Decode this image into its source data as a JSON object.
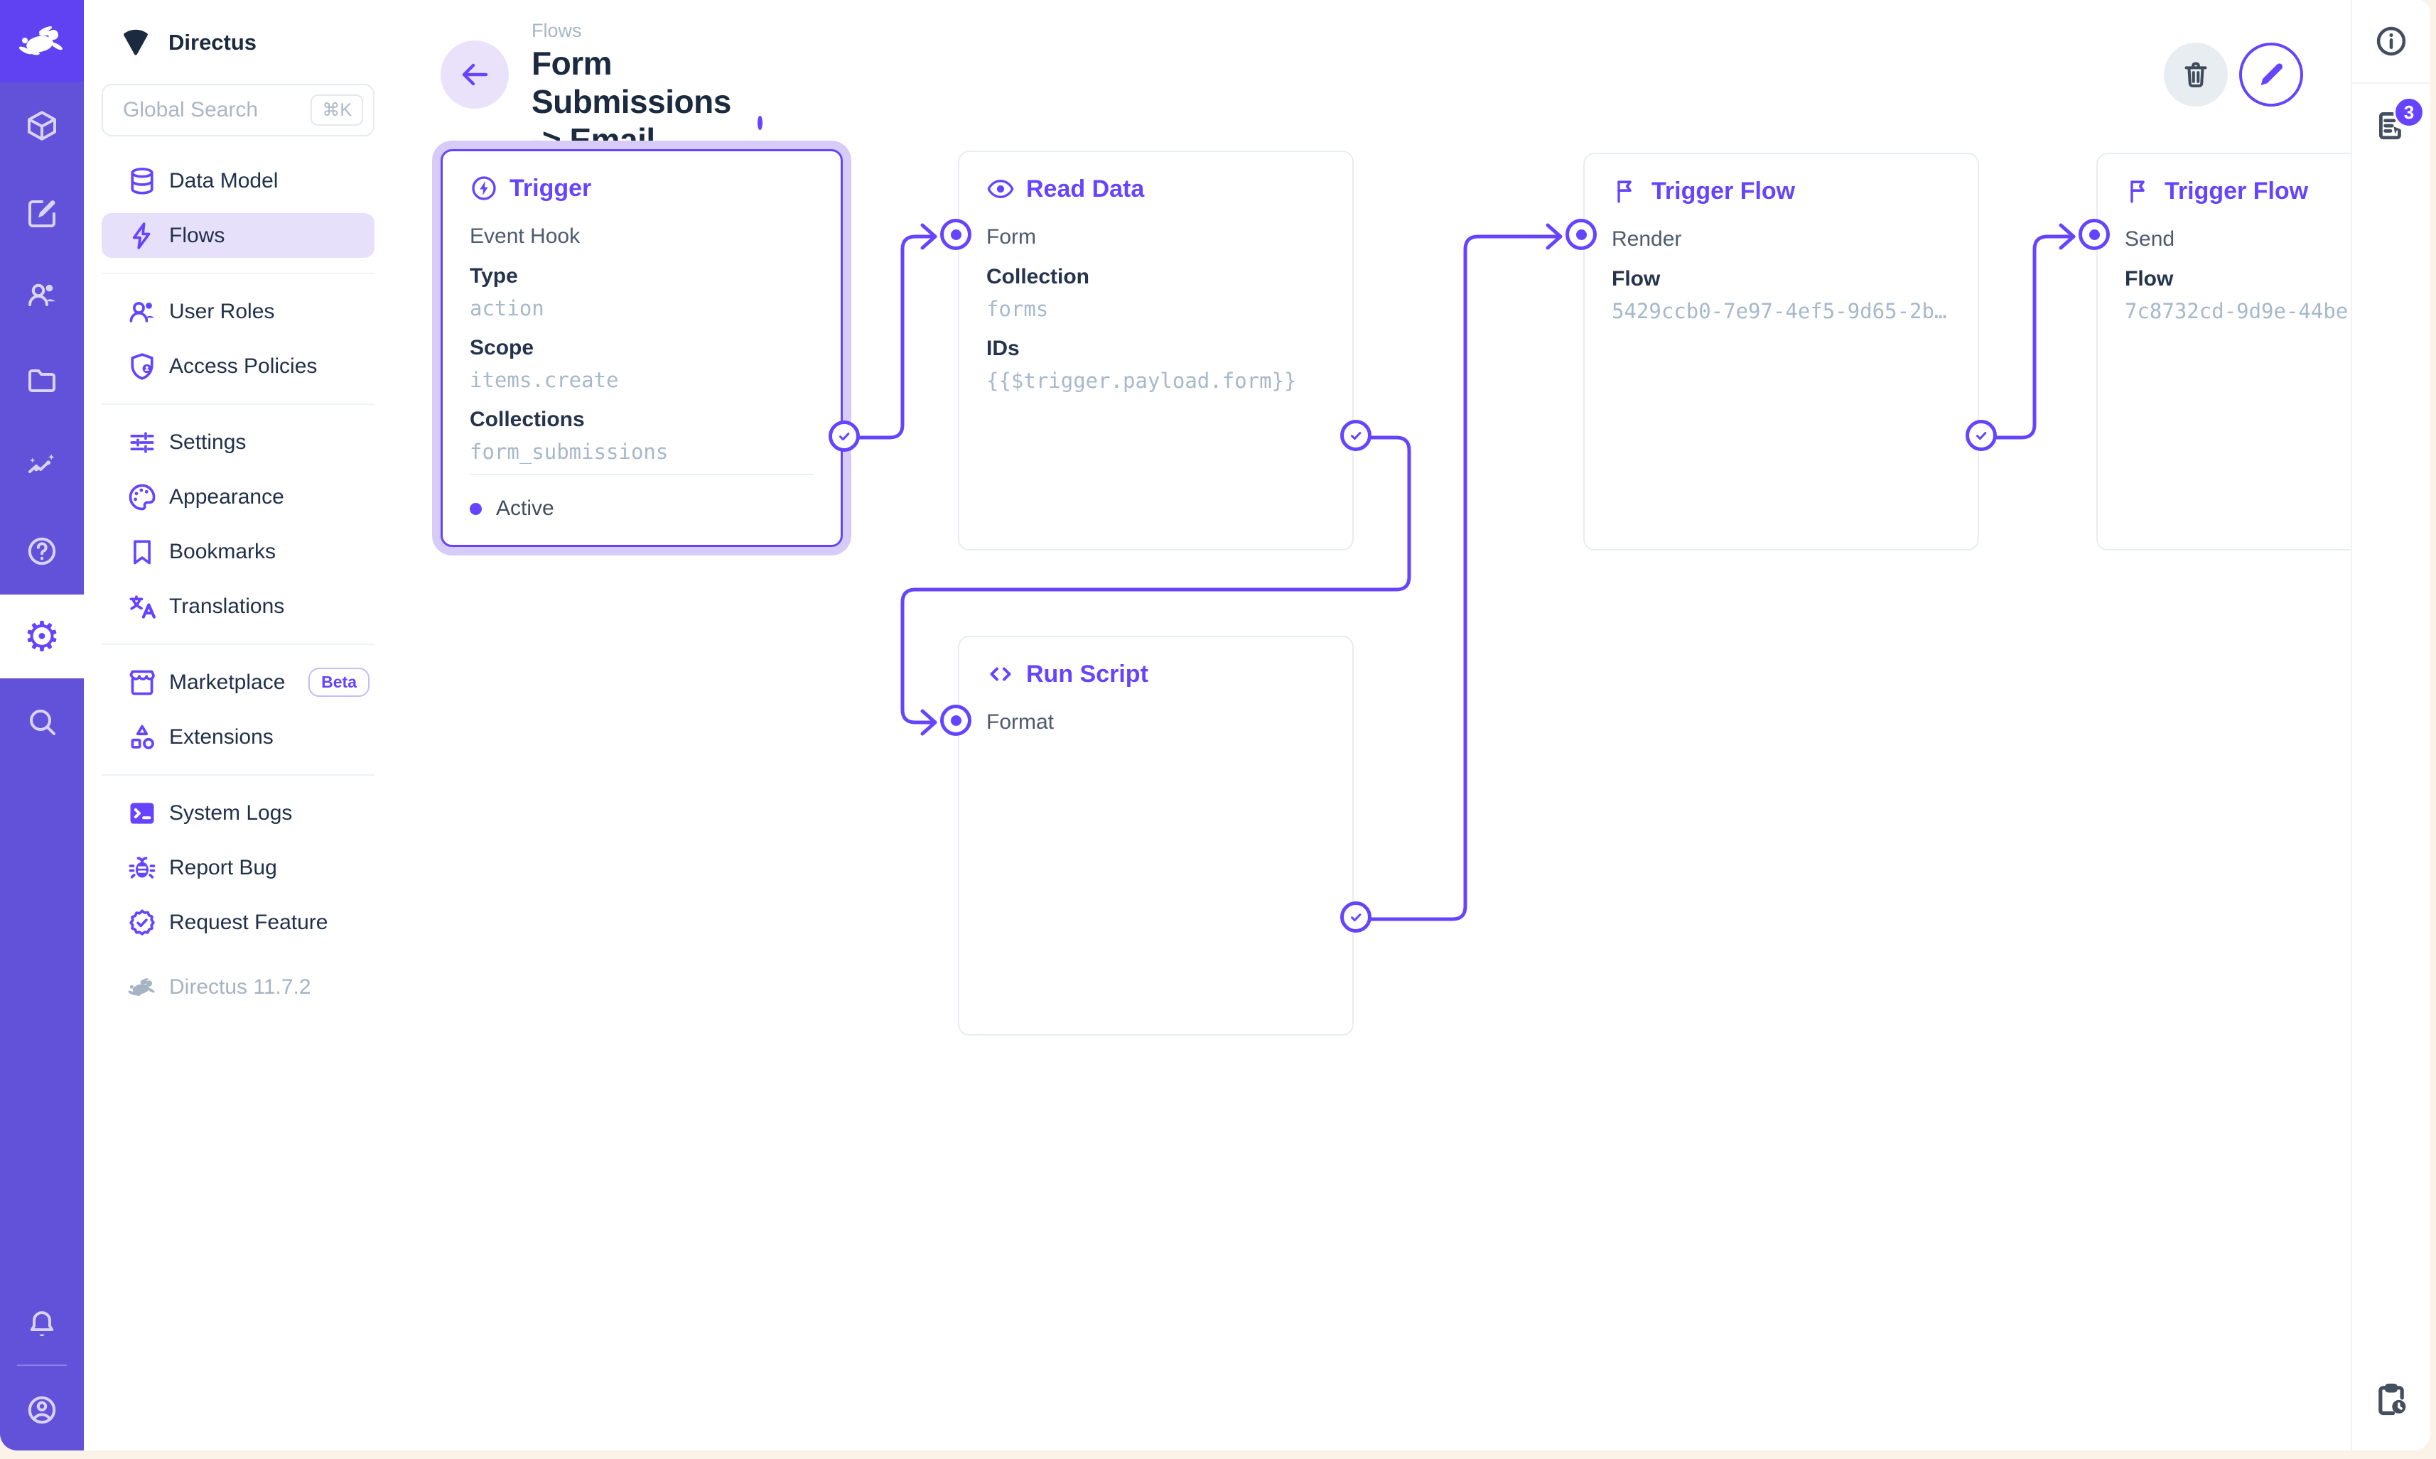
{
  "app": {
    "project_name": "Directus",
    "version": "Directus 11.7.2"
  },
  "colors": {
    "accent": "#6644FF",
    "module_bar": "#6252D9",
    "logo_bg": "#6142F2",
    "selected_halo": "#D7CBF8",
    "mono_text": "#A6B8CA",
    "label_dark": "#25334D",
    "title_dark": "#1B2A3F",
    "muted_gray": "#A9B6C6"
  },
  "module_bar": {
    "icons": [
      {
        "name": "box-icon"
      },
      {
        "name": "edit-icon"
      },
      {
        "name": "users-icon"
      },
      {
        "name": "folder-icon"
      },
      {
        "name": "insights-icon"
      },
      {
        "name": "help-icon"
      },
      {
        "name": "settings-gear-icon",
        "active": true
      },
      {
        "name": "search-icon"
      }
    ],
    "bottom": [
      {
        "name": "notifications-bell-icon"
      },
      {
        "name": "user-avatar-icon"
      }
    ]
  },
  "nav": {
    "search_placeholder": "Global Search",
    "search_shortcut": "⌘K",
    "items": [
      {
        "label": "Data Model",
        "icon": "database-icon"
      },
      {
        "label": "Flows",
        "icon": "bolt-icon",
        "active": true
      },
      {
        "divider": true
      },
      {
        "label": "User Roles",
        "icon": "user-roles-icon"
      },
      {
        "label": "Access Policies",
        "icon": "access-policies-icon"
      },
      {
        "divider": true
      },
      {
        "label": "Settings",
        "icon": "tune-icon"
      },
      {
        "label": "Appearance",
        "icon": "palette-icon"
      },
      {
        "label": "Bookmarks",
        "icon": "bookmark-icon"
      },
      {
        "label": "Translations",
        "icon": "translate-icon"
      },
      {
        "divider": true
      },
      {
        "label": "Marketplace",
        "icon": "storefront-icon",
        "badge": "Beta"
      },
      {
        "label": "Extensions",
        "icon": "extension-icon"
      },
      {
        "divider": true
      },
      {
        "label": "System Logs",
        "icon": "terminal-icon"
      },
      {
        "label": "Report Bug",
        "icon": "bug-icon"
      },
      {
        "label": "Request Feature",
        "icon": "verified-icon"
      },
      {
        "label": "Directus 11.7.2",
        "icon": "rabbit-gray-icon",
        "muted": true
      }
    ]
  },
  "header": {
    "breadcrumb": "Flows",
    "title": "Form Submissions -> Email Notifications"
  },
  "right_sidebar": {
    "notices_badge": "3"
  },
  "cards": [
    {
      "id": "trigger",
      "icon": "bolt-circle-icon",
      "title": "Trigger",
      "selected": true,
      "rows": [
        {
          "t": "plain",
          "v": "Event Hook"
        },
        {
          "t": "label",
          "v": "Type"
        },
        {
          "t": "mono",
          "v": "action"
        },
        {
          "t": "label",
          "v": "Scope"
        },
        {
          "t": "mono",
          "v": "items.create"
        },
        {
          "t": "label",
          "v": "Collections"
        },
        {
          "t": "mono",
          "v": "form_submissions"
        }
      ],
      "status": "Active"
    },
    {
      "id": "read-data",
      "icon": "eye-icon",
      "title": "Read Data",
      "input_label": "Form",
      "rows": [
        {
          "t": "label",
          "v": "Collection"
        },
        {
          "t": "mono",
          "v": "forms"
        },
        {
          "t": "label",
          "v": "IDs"
        },
        {
          "t": "mono",
          "v": "{{$trigger.payload.form}}"
        }
      ]
    },
    {
      "id": "run-script",
      "icon": "code-icon",
      "title": "Run Script",
      "input_label": "Format",
      "rows": []
    },
    {
      "id": "trigger-flow-1",
      "icon": "flag-icon",
      "title": "Trigger Flow",
      "input_label": "Render",
      "rows": [
        {
          "t": "label",
          "v": "Flow"
        },
        {
          "t": "mono",
          "v": "5429ccb0-7e97-4ef5-9d65-2b…"
        }
      ]
    },
    {
      "id": "trigger-flow-2",
      "icon": "flag-icon",
      "title": "Trigger Flow",
      "input_label": "Send",
      "rows": [
        {
          "t": "label",
          "v": "Flow"
        },
        {
          "t": "mono",
          "v": "7c8732cd-9d9e-44be"
        }
      ]
    }
  ]
}
